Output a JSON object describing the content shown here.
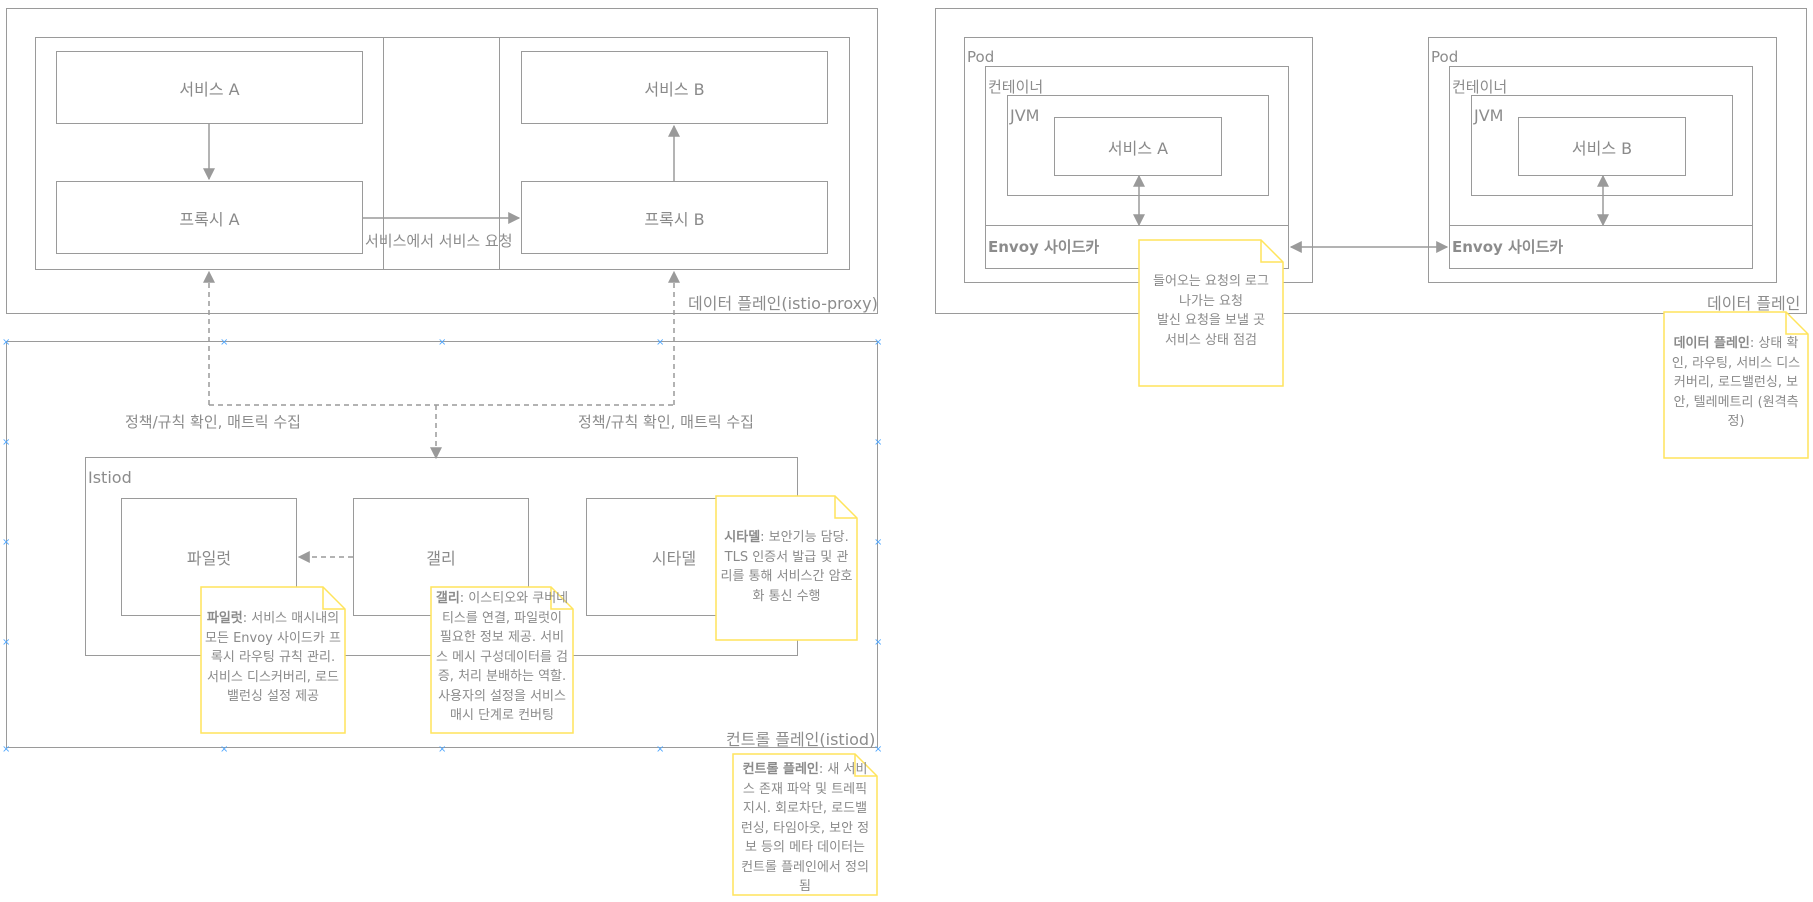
{
  "left_diagram": {
    "service_a": "서비스 A",
    "service_b": "서비스 B",
    "proxy_a": "프록시 A",
    "proxy_b": "프록시 B",
    "service_to_service": "서비스에서 서비스 요청",
    "data_plane_label": "데이터 플레인(istio-proxy)",
    "policy_left": "정책/규칙 확인, 매트릭 수집",
    "policy_right": "정책/규칙 확인, 매트릭 수집",
    "istiod_label": "Istiod",
    "pilot": "파일럿",
    "galley": "갤리",
    "citadel": "시타델",
    "control_plane_label": "컨트롤 플레인(istiod)"
  },
  "notes": {
    "pilot": {
      "title": "파일럿",
      "text": ": 서비스 매시내의 모든 Envoy 사이드카 프록시 라우팅 규칙 관리. 서비스 디스커버리, 로드 밸런싱 설정 제공"
    },
    "galley": {
      "title": "갤리",
      "text": ": 이스티오와 쿠버네티스를 연결, 파일럿이 필요한 정보 제공. 서비스 메시 구성데이터를 검증, 처리 분배하는 역할. 사용자의 설정을 서비스매시 단계로 컨버팅"
    },
    "citadel": {
      "title": "시타델",
      "text": ": 보안기능 담당. TLS 인증서 발급 및 관리를 통해 서비스간 암호화 통신 수행"
    },
    "control_plane": {
      "title": "컨트롤 플레인",
      "text": ": 새 서비스 존재 파악 및 트레픽 지시. 회로차단, 로드밸런싱, 타임아웃, 보안 정보 등의 메타 데이터는 컨트롤 플레인에서 정의됨"
    },
    "envoy": {
      "lines": [
        "들어오는 요청의 로그",
        "나가는 요청",
        "발신 요청을 보낼 곳",
        "서비스 상태 점검"
      ]
    },
    "data_plane": {
      "title": "데이터 플레인",
      "text": ": 상태 확인, 라우팅, 서비스 디스커버리, 로드밸런싱, 보안, 텔레메트리 (원격측정)"
    }
  },
  "right_diagram": {
    "pod_a": "Pod",
    "pod_b": "Pod",
    "container_a": "컨테이너",
    "container_b": "컨테이너",
    "jvm_a": "JVM",
    "jvm_b": "JVM",
    "service_a": "서비스 A",
    "service_b": "서비스 B",
    "envoy_a": "Envoy 사이드카",
    "envoy_b": "Envoy 사이드카",
    "data_plane_label": "데이터 플레인"
  },
  "colors": {
    "line": "#9a9a9a",
    "note_border": "#ffe45c",
    "selection_handle": "#4da6ff"
  }
}
